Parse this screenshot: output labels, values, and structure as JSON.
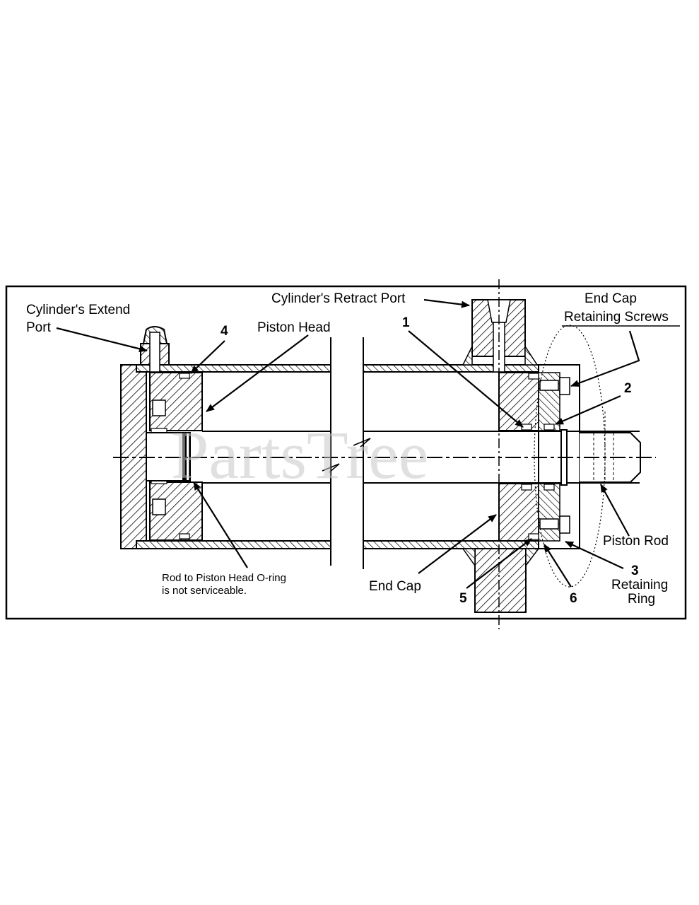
{
  "watermark": "PartsTree",
  "labels": {
    "extend_port_1": "Cylinder's Extend",
    "extend_port_2": "Port",
    "retract_port": "Cylinder's Retract Port",
    "end_cap_screws_1": "End Cap",
    "end_cap_screws_2": "Retaining Screws",
    "piston_head": "Piston Head",
    "piston_rod": "Piston Rod",
    "end_cap": "End Cap",
    "retaining_ring_1": "Retaining",
    "retaining_ring_2": "Ring",
    "oring_note_1": "Rod to Piston Head O-ring",
    "oring_note_2": "is not serviceable."
  },
  "callouts": {
    "n1": "1",
    "n2": "2",
    "n3": "3",
    "n4": "4",
    "n5": "5",
    "n6": "6"
  }
}
